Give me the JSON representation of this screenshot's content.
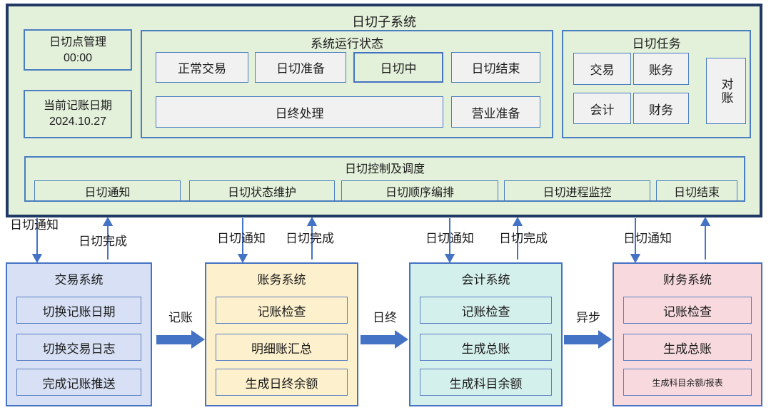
{
  "colors": {
    "panel_bg": "#e3f0da",
    "panel_border": "#1f3864",
    "box_border_blue": "#4a7ec0",
    "node_gray_bg": "#f1f1f1",
    "node_active_bg": "#e3f0da",
    "arrow_blue": "#4472c4",
    "trade_system_bg": "#d7e0f4",
    "account_system_bg": "#fdf0cc",
    "accounting_system_bg": "#d4f0ec",
    "finance_system_bg": "#f8dade"
  },
  "panel": {
    "title": "日切子系统",
    "daycut_point": {
      "label": "日切点管理",
      "value": "00:00"
    },
    "booking_date": {
      "label": "当前记账日期",
      "value": "2024.10.27"
    },
    "run_status": {
      "title": "系统运行状态",
      "states": [
        "正常交易",
        "日切准备",
        "日切中",
        "日切结束"
      ],
      "active_state": "日切中",
      "eod_processing": "日终处理",
      "business_prep": "营业准备"
    },
    "tasks": {
      "title": "日切任务",
      "grid": [
        "交易",
        "账务",
        "会计",
        "财务"
      ],
      "side": "对账"
    },
    "control": {
      "title": "日切控制及调度",
      "items": [
        "日切通知",
        "日切状态维护",
        "日切顺序编排",
        "日切进程监控",
        "日切结束"
      ]
    }
  },
  "flow_labels": {
    "trade": {
      "notify": "日切通知",
      "done": "日切完成"
    },
    "account": {
      "notify": "日切通知",
      "done": "日切完成"
    },
    "accounting": {
      "notify": "日切通知",
      "done": "日切完成"
    },
    "finance": {
      "notify": "日切通知"
    }
  },
  "link_labels": [
    "记账",
    "日终",
    "异步"
  ],
  "systems": [
    {
      "title": "交易系统",
      "items": [
        "切换记账日期",
        "切换交易日志",
        "完成记账推送"
      ]
    },
    {
      "title": "账务系统",
      "items": [
        "记账检查",
        "明细账汇总",
        "生成日终余额"
      ]
    },
    {
      "title": "会计系统",
      "items": [
        "记账检查",
        "生成总账",
        "生成科目余额"
      ]
    },
    {
      "title": "财务系统",
      "items": [
        "记账检查",
        "生成总账",
        "生成科目余额/报表"
      ]
    }
  ]
}
